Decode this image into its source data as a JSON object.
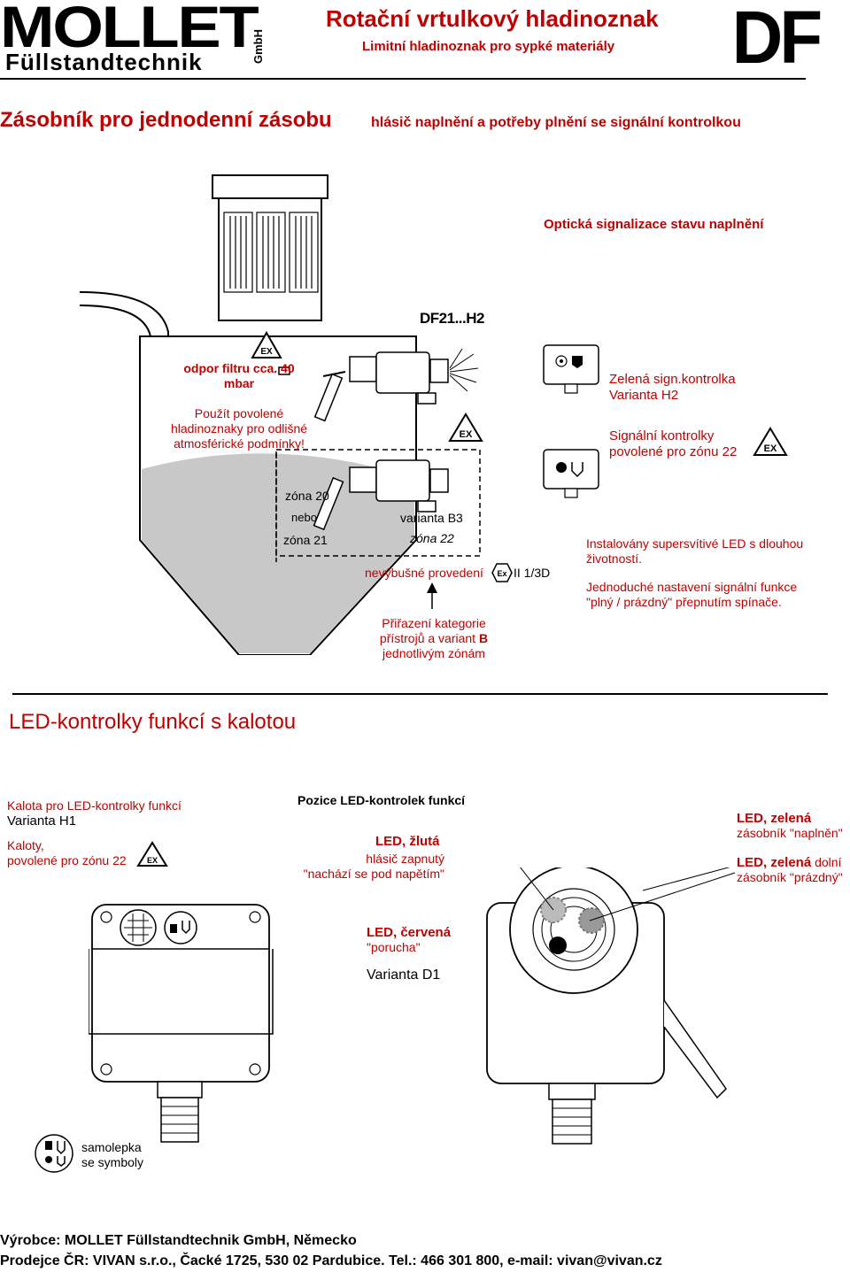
{
  "header": {
    "logo_main": "MOLLET",
    "logo_sub": "Füllstandtechnik",
    "logo_gmbh": "GmbH",
    "title": "Rotační vrtulkový hladinoznak",
    "subtitle": "Limitní hladinoznak pro sypké materiály",
    "df_logo": "DF"
  },
  "section1": {
    "heading": "Zásobník pro jednodenní zásobu",
    "subheading": "hlásič naplnění a potřeby plnění se signální kontrolkou",
    "optical": "Optická signalizace stavu naplnění",
    "model": "DF21...H2",
    "filter_line1": "odpor filtru cca. 40",
    "filter_line2": "mbar",
    "use_line1": "Použít povolené",
    "use_line2": "hladinoznaky pro odlišné",
    "use_line3": "atmosférické podmínky!",
    "zone20": "zóna 20",
    "nebo": "nebo",
    "zone21": "zóna 21",
    "variant_b3": "varianta B3",
    "zone22": "zóna 22",
    "explosion_proof": "nevýbušné provedení",
    "category": "II 1/3D",
    "assign_line1": "Přiřazení kategorie",
    "assign_line2a": "přístrojů a variant ",
    "assign_line2b": "B",
    "assign_line3": "jednotlivým zónám",
    "green_line1": "Zelená sign.kontrolka",
    "green_line2": "Varianta H2",
    "signal_line1": "Signální kontrolky",
    "signal_line2": "povolené pro zónu 22",
    "installed_line1": "Instalovány supersvítivé LED s dlouhou",
    "installed_line2": "životností.",
    "simple_line1": "Jednoduché nastavení signální funkce",
    "simple_line2": "\"plný / prázdný\" přepnutím spínače.",
    "ex_label": "EX"
  },
  "section2": {
    "heading": "LED-kontrolky funkcí s kalotou",
    "kalota_line1": "Kalota pro LED-kontrolky funkcí",
    "kalota_line2": "Varianta H1",
    "kaloty_line1": "Kaloty,",
    "kaloty_line2": "povolené pro zónu 22",
    "position_title": "Pozice LED-kontrolek funkcí",
    "led_yellow": "LED, žlutá",
    "yellow_desc1": "hlásič zapnutý",
    "yellow_desc2": "\"nachází se pod napětím\"",
    "led_red": "LED, červená",
    "red_desc": "\"porucha\"",
    "variant_d1": "Varianta D1",
    "led_green1": "LED, zelená",
    "green_desc1": "zásobník \"naplněn\"",
    "led_green2": "LED, zelená",
    "green2_suffix": " dolní",
    "green_desc2": "zásobník \"prázdný\"",
    "sticker_line1": "samolepka",
    "sticker_line2": "se symboly"
  },
  "footer": {
    "line1": "Výrobce: MOLLET Füllstandtechnik GmbH, Německo",
    "line2": "Prodejce ČR: VIVAN s.r.o., Čacké 1725, 530 02 Pardubice. Tel.: 466 301 800, e-mail: vivan@vivan.cz"
  },
  "colors": {
    "accent": "#c00000",
    "silo_fill": "#c8c8c8"
  }
}
